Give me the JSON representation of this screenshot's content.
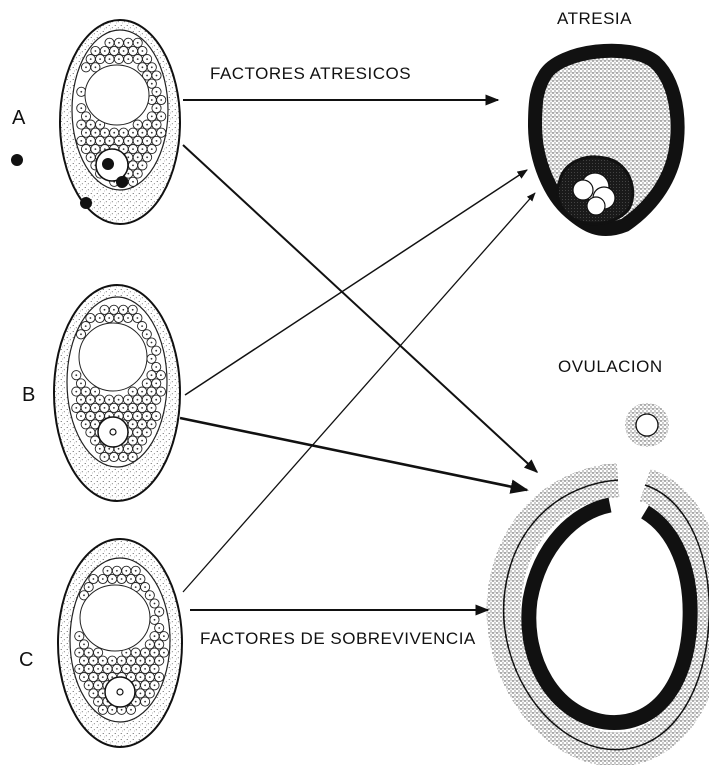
{
  "rows": [
    {
      "id": "A",
      "label": "A"
    },
    {
      "id": "B",
      "label": "B"
    },
    {
      "id": "C",
      "label": "C"
    }
  ],
  "arrow_labels": {
    "top": "FACTORES ATRESICOS",
    "bottom": "FACTORES DE SOBREVIVENCIA"
  },
  "outcomes": {
    "atresia": "ATRESIA",
    "ovulation": "OVULACION"
  },
  "colors": {
    "ink": "#111111",
    "stipple": "#555555",
    "background": "#ffffff"
  }
}
